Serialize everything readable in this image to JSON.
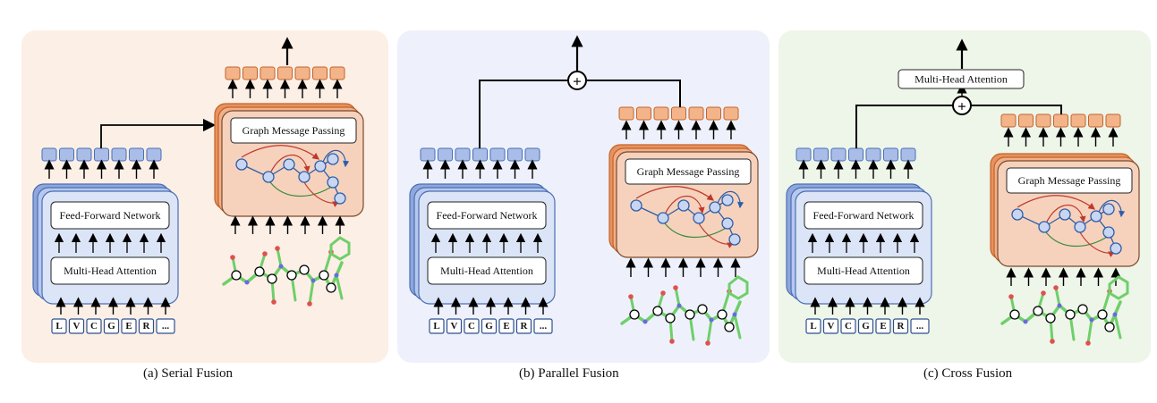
{
  "panels": [
    {
      "id": "serial",
      "caption": "(a) Serial Fusion",
      "bg_color": "#fcefe6",
      "ffn_label": "Feed-Forward Network",
      "mha_label": "Multi-Head Attention",
      "gmp_label": "Graph Message Passing",
      "tokens": [
        "L",
        "V",
        "C",
        "G",
        "E",
        "R",
        "..."
      ]
    },
    {
      "id": "parallel",
      "caption": "(b) Parallel Fusion",
      "bg_color": "#eef1fb",
      "ffn_label": "Feed-Forward Network",
      "mha_label": "Multi-Head Attention",
      "gmp_label": "Graph Message Passing",
      "plus_symbol": "+",
      "tokens": [
        "L",
        "V",
        "C",
        "G",
        "E",
        "R",
        "..."
      ]
    },
    {
      "id": "cross",
      "caption": "(c) Cross Fusion",
      "bg_color": "#eef5e9",
      "ffn_label": "Feed-Forward Network",
      "mha_label": "Multi-Head Attention",
      "gmp_label": "Graph Message Passing",
      "top_mha_label": "Multi-Head Attention",
      "plus_symbol": "+",
      "tokens": [
        "L",
        "V",
        "C",
        "G",
        "E",
        "R",
        "..."
      ]
    }
  ],
  "colors": {
    "blue_token": "#a9bde8",
    "blue_token_border": "#4a6fb5",
    "orange_token": "#f4b48a",
    "orange_token_border": "#c2632b",
    "transformer_fill": "#dbe5f7",
    "transformer_border": "#4a6fb5",
    "gnn_fill": "#f6d2bd",
    "gnn_border": "#c2632b",
    "molecule_green": "#6fcf6a",
    "molecule_red": "#e05050",
    "molecule_blue": "#6a6ae0"
  }
}
